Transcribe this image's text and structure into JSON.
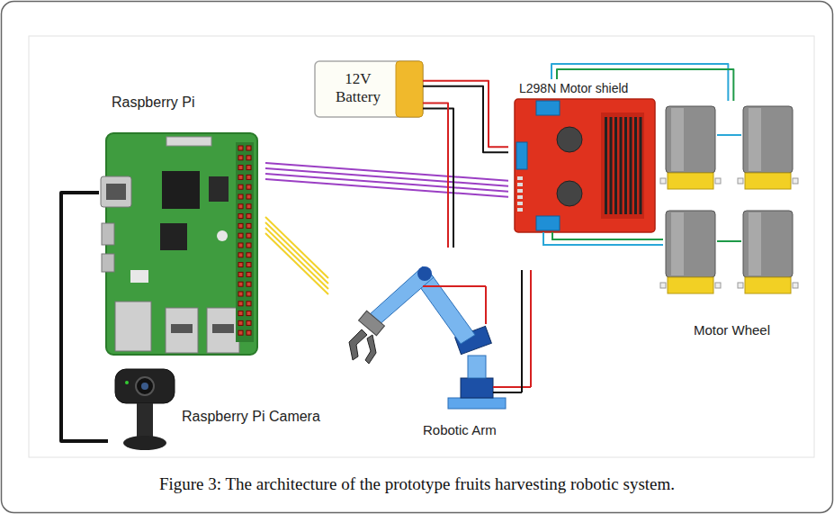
{
  "diagram": {
    "caption": "Figure 3: The architecture of the prototype fruits harvesting robotic system.",
    "nodes": [
      {
        "text": [
          "Raspberry Pi"
        ]
      },
      {
        "text": [
          "12V Battery"
        ]
      },
      {
        "text": [
          "L298N Motor shield"
        ]
      },
      {
        "text": [
          "Motor Wheel"
        ]
      },
      {
        "text": [
          "Robotic Arm"
        ]
      },
      {
        "text": [
          "Raspberry Pi Camera"
        ]
      }
    ],
    "edges": [
      {
        "from": 0,
        "to": 5,
        "arrow": "none"
      },
      {
        "from": 0,
        "to": 2,
        "arrow": "none"
      },
      {
        "from": 0,
        "to": 4,
        "arrow": "none"
      },
      {
        "from": 1,
        "to": 2,
        "arrow": "none"
      },
      {
        "from": 1,
        "to": 4,
        "arrow": "none"
      },
      {
        "from": 2,
        "to": 3,
        "arrow": "none"
      }
    ]
  }
}
